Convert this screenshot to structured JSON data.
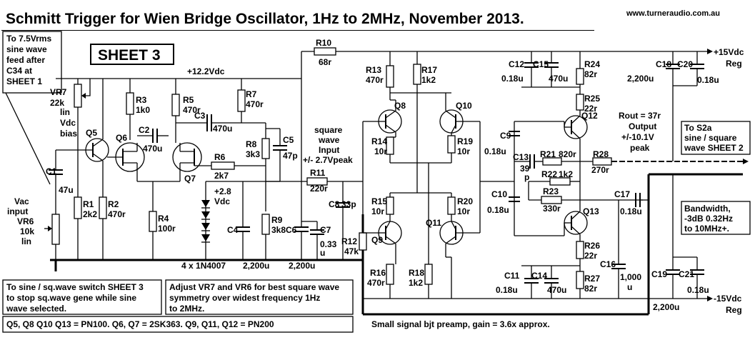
{
  "title": "Schmitt Trigger  for  Wien Bridge Oscillator, 1Hz  to  2MHz, November 2013.",
  "website": "www.turneraudio.com.au",
  "sheet": "SHEET 3",
  "notes": {
    "feed": [
      "To 7.5Vrms",
      "sine wave",
      "feed after",
      "C34 at",
      "SHEET 1"
    ],
    "vr7": [
      "VR7",
      "22k",
      "lin"
    ],
    "vdcbias": [
      "Vdc",
      "bias"
    ],
    "vac": [
      "Vac",
      "input"
    ],
    "vr6": [
      "VR6",
      "10k",
      "lin"
    ],
    "switch_note": [
      "To sine / sq.wave switch SHEET 3",
      "to stop sq.wave gene  while sine",
      "wave selected."
    ],
    "adjust_note": [
      "Adjust VR7 and VR6 for best square wave",
      "symmetry over widest frequency 1Hz",
      "to 2MHz."
    ],
    "transistors": "Q5, Q8 Q10 Q13 = PN100.   Q6, Q7 = 2SK363.  Q9, Q11, Q12 = PN200",
    "preamp": "Small signal bjt preamp, gain = 3.6x approx.",
    "diodes": "4 x 1N4007",
    "rout": [
      "Rout = 37r",
      "Output",
      "+/-10.1V",
      "peak"
    ],
    "s2a": [
      "To S2a",
      "sine / square",
      "wave SHEET 2"
    ],
    "bandwidth": [
      "Bandwidth,",
      "-3dB 0.32Hz",
      "to 10MHz+."
    ],
    "sqwave": [
      "square",
      "wave",
      "Input",
      "+/- 2.7Vpeak"
    ],
    "supply_pos": [
      "+15Vdc",
      "Reg"
    ],
    "supply_neg": [
      "-15Vdc",
      "Reg"
    ],
    "v122": "+12.2Vdc",
    "v28": [
      "+2.8",
      "Vdc"
    ]
  },
  "parts": {
    "R1": [
      "R1",
      "2k2"
    ],
    "R2": [
      "R2",
      "470r"
    ],
    "R3": [
      "R3",
      "1k0"
    ],
    "R4": [
      "R4",
      "100r"
    ],
    "R5": [
      "R5",
      "470r"
    ],
    "R6": [
      "R6",
      "2k7"
    ],
    "R7": [
      "R7",
      "470r"
    ],
    "R8": [
      "R8",
      "3k3"
    ],
    "R9": [
      "R9",
      "3k8"
    ],
    "R10": [
      "R10",
      "68r"
    ],
    "R11": [
      "R11",
      "220r"
    ],
    "R12": [
      "R12",
      "47k"
    ],
    "R13": [
      "R13",
      "470r"
    ],
    "R14": [
      "R14",
      "10r"
    ],
    "R15": [
      "R15",
      "10r"
    ],
    "R16": [
      "R16",
      "470r"
    ],
    "R17": [
      "R17",
      "1k2"
    ],
    "R18": [
      "R18",
      "1k2"
    ],
    "R19": [
      "R19",
      "10r"
    ],
    "R20": [
      "R20",
      "10r"
    ],
    "R21": [
      "R21",
      "820r"
    ],
    "R22": [
      "R22",
      "1k2"
    ],
    "R23": [
      "R23",
      "330r"
    ],
    "R24": [
      "R24",
      "82r"
    ],
    "R25": [
      "R25",
      "22r"
    ],
    "R26": [
      "R26",
      "22r"
    ],
    "R27": [
      "R27",
      "82r"
    ],
    "R28": [
      "R28",
      "270r"
    ],
    "C1": [
      "C1",
      "47u"
    ],
    "C2": [
      "C2",
      "470u"
    ],
    "C3": [
      "C3",
      "470u"
    ],
    "C4": [
      "C4",
      "2,200u"
    ],
    "C5": [
      "C5",
      "47p"
    ],
    "C6": [
      "C6",
      "2,200u"
    ],
    "C7": [
      "C7",
      "0.33",
      "u"
    ],
    "C8": [
      "C8",
      "33p"
    ],
    "C9": [
      "C9",
      "0.18u"
    ],
    "C10": [
      "C10",
      "0.18u"
    ],
    "C11": [
      "C11",
      "0.18u"
    ],
    "C12": [
      "C12",
      "0.18u"
    ],
    "C13": [
      "C13",
      "39",
      "p"
    ],
    "C14": [
      "C14",
      "470u"
    ],
    "C15": [
      "C15",
      "470u"
    ],
    "C16": [
      "C16",
      "1,000",
      "u"
    ],
    "C17": [
      "C17",
      "0.18u"
    ],
    "C18": [
      "C18",
      "2,200u"
    ],
    "C19": [
      "C19",
      "2,200u"
    ],
    "C20": [
      "C20",
      "0.18u"
    ],
    "C21": [
      "C21",
      "0.18u"
    ],
    "Q5": "Q5",
    "Q6": "Q6",
    "Q7": "Q7",
    "Q8": "Q8",
    "Q9": "Q9",
    "Q10": "Q10",
    "Q11": "Q11",
    "Q12": "Q12",
    "Q13": "Q13"
  }
}
